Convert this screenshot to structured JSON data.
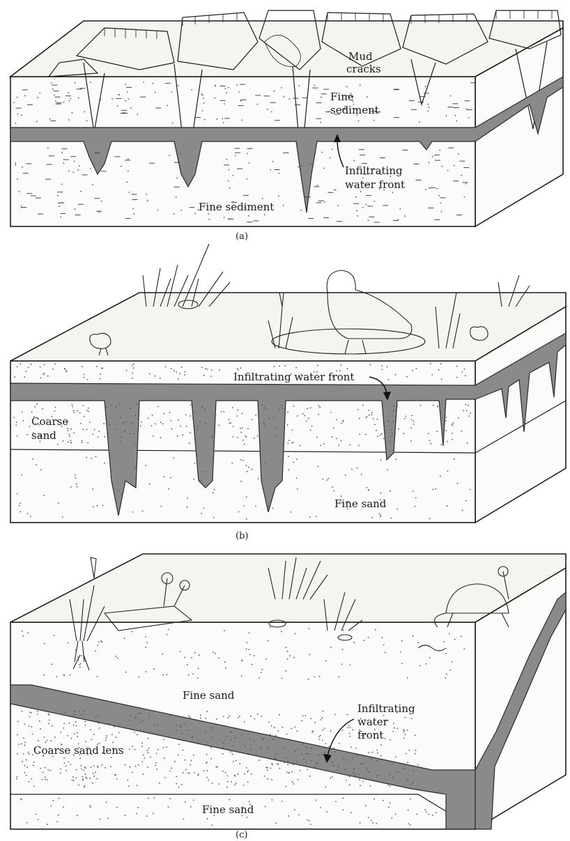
{
  "panel_a": {
    "caption": "(a)",
    "label_mud_cracks_1": "Mud",
    "label_mud_cracks_2": "cracks",
    "label_fine_sediment_upper_1": "Fine",
    "label_fine_sediment_upper_2": "sediment",
    "label_infiltrating_1": "Infiltrating",
    "label_infiltrating_2": "water front",
    "label_fine_sediment_lower": "Fine sediment"
  },
  "panel_b": {
    "caption": "(b)",
    "label_infiltrating": "Infiltrating water front",
    "label_coarse_1": "Coarse",
    "label_coarse_2": "sand",
    "label_fine_sand": "Fine sand"
  },
  "panel_c": {
    "caption": "(c)",
    "label_fine_sand_upper": "Fine sand",
    "label_infiltrating_1": "Infiltrating",
    "label_infiltrating_2": "water",
    "label_infiltrating_3": "front",
    "label_coarse_lens": "Coarse sand lens",
    "label_fine_sand_lower": "Fine sand"
  },
  "colors": {
    "water": "#8a8a8a",
    "line": "#1c1c1c",
    "background": "#ffffff"
  }
}
